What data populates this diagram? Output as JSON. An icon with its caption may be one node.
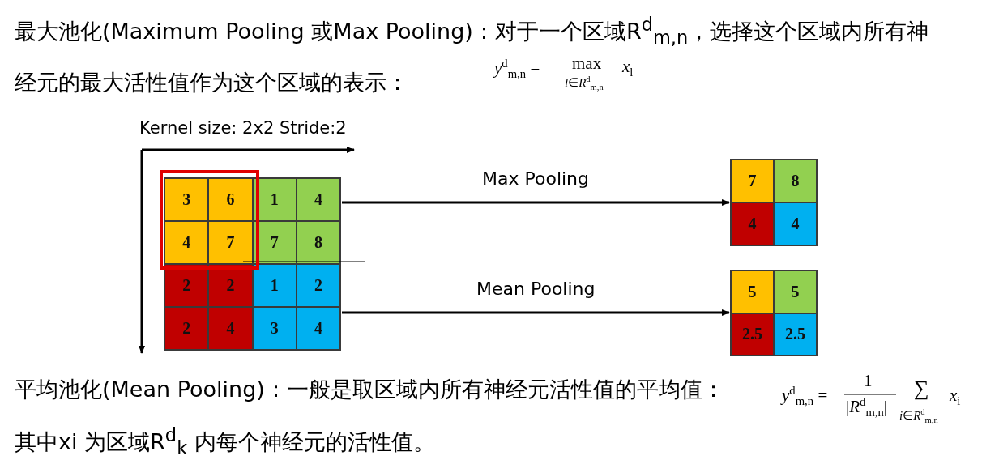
{
  "diagram": {
    "nodes": [
      {
        "text": [],
        "shape": "box"
      },
      {
        "text": [
          "3"
        ],
        "in": 0
      },
      {
        "text": [
          "6"
        ],
        "in": 0
      },
      {
        "text": [
          "1"
        ],
        "in": 0
      },
      {
        "text": [
          "4"
        ],
        "in": 0
      },
      {
        "text": [
          "4"
        ],
        "in": 0
      },
      {
        "text": [
          "7"
        ],
        "in": 0
      },
      {
        "text": [
          "7"
        ],
        "in": 0
      },
      {
        "text": [
          "8"
        ],
        "in": 0
      },
      {
        "text": [
          "2"
        ],
        "in": 0
      },
      {
        "text": [
          "2"
        ],
        "in": 0
      },
      {
        "text": [
          "1"
        ],
        "in": 0
      },
      {
        "text": [
          "2"
        ],
        "in": 0
      },
      {
        "text": [
          "2"
        ],
        "in": 0
      },
      {
        "text": [
          "4"
        ],
        "in": 0
      },
      {
        "text": [
          "3"
        ],
        "in": 0
      },
      {
        "text": [
          "4"
        ],
        "in": 0
      },
      {
        "text": [],
        "shape": "box"
      },
      {
        "text": [
          "7"
        ],
        "in": 17
      },
      {
        "text": [
          "8"
        ],
        "in": 17
      },
      {
        "text": [
          "4"
        ],
        "in": 17
      },
      {
        "text": [
          "4"
        ],
        "in": 17
      },
      {
        "text": [],
        "shape": "box"
      },
      {
        "text": [
          "5"
        ],
        "in": 22
      },
      {
        "text": [
          "5"
        ],
        "in": 22
      },
      {
        "text": [
          "2.5"
        ],
        "in": 22
      },
      {
        "text": [
          "2.5"
        ],
        "in": 22
      }
    ],
    "edges": [
      {
        "from": 0,
        "to": 17,
        "arrow": "to",
        "label": "Max Pooling"
      },
      {
        "from": 0,
        "to": 22,
        "arrow": "to",
        "label": "Mean Pooling"
      }
    ],
    "labels": [
      "最大池化(Maximum Pooling 或Max Pooling)：对于一个区域R$^{d}$$_{m,n}$，选择这个区域内所有神经元的最大活性值作为这个区域的表示：",
      "*y*$^{d}$$_{m,n}$ =",
      "max",
      "*l*∈*R*$^{d}$$_{m,n}$",
      "*x*$_{l}$",
      "Kernel size: 2x2 Stride:2",
      "平均池化(Mean Pooling)：一般是取区域内所有神经元活性值的平均值：",
      "*y*$^{d}$$_{m,n}$ =",
      "1",
      "|*R*$^{d}$$_{m,n}$|",
      "∑",
      "*i*∈*R*$^{d}$$_{m,n}$",
      "*x*$_{i}$",
      "其中xi 为区域R$^{d}$$_{k}$ 内每个神经元的活性值。"
    ]
  }
}
